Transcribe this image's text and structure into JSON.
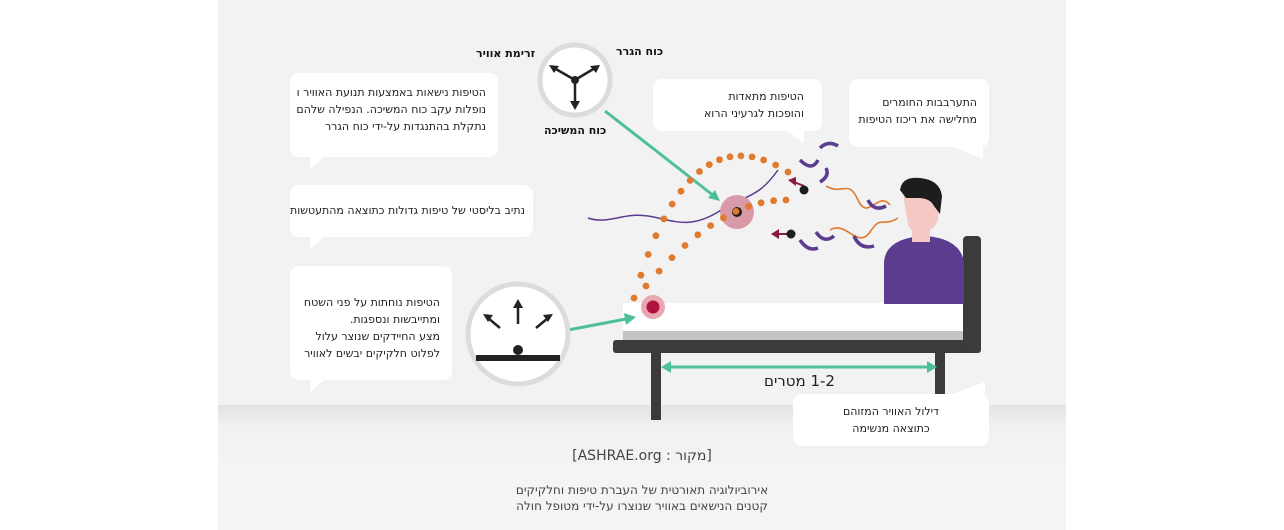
{
  "callouts": {
    "transport": [
      "הטיפות נישאות באמצעות תנועת האוויר ו",
      "נופלות עקב כוח המשיכה. הנפילה שלהם",
      "נתקלת בהתנגדות על-ידי כוח הגרר"
    ],
    "evaporation": [
      "הטיפות מתאדות",
      "והופכות לגרעיני הרוא"
    ],
    "mixing": [
      "התערבבות החומרים",
      "מחלישה את ריכוז הטיפות"
    ],
    "ballistic": [
      "נתיב בליסטי של טיפות גדולות כתוצאה מהתעטשות"
    ],
    "settling": [
      "הטיפות נוחתות על פני השטח",
      "ומתייבשות ונספגות.",
      "מצע החיידקים שנוצר עלול",
      "לפלוט חלקיקים יבשים לאוויר"
    ],
    "dilution": [
      "דילול האוויר המזוהם",
      "כתוצאה מנשימה"
    ]
  },
  "forces": {
    "airflow": "זרימת אוויר",
    "drag": "כוח הגרר",
    "gravity": "כוח המשיכה"
  },
  "distance": "1-2 מטרים",
  "source": "[מקור : ASHRAE.org]",
  "caption": [
    "אירוביולוגיה תאורטית של העברת טיפות וחלקיקים",
    "קטנים הנישאים באוויר שנוצרו על-ידי מטופל חולה"
  ],
  "colors": {
    "teal": "#4dbf9c",
    "orange": "#e07a2e",
    "purple": "#5b3c8f",
    "crimson": "#b0123e",
    "bed": "#3b3b3b"
  }
}
